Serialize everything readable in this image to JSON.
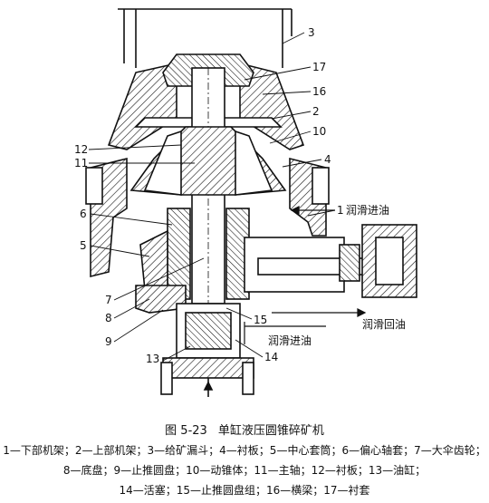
{
  "figure": {
    "labels": [
      "1",
      "2",
      "3",
      "4",
      "5",
      "6",
      "7",
      "8",
      "9",
      "10",
      "11",
      "12",
      "13",
      "14",
      "15",
      "16",
      "17"
    ],
    "annotations": {
      "lube_in_top": "润滑进油",
      "lube_return": "润滑回油",
      "lube_in_bottom": "润滑进油"
    }
  },
  "caption": {
    "number": "图 5-23",
    "title": "单缸液压圆锥碎矿机"
  },
  "legend": {
    "line1": "1—下部机架；2—上部机架；3—给矿漏斗；4—衬板；5—中心套筒；6—偏心轴套；7—大伞齿轮；",
    "line2": "8—底盘；9—止推圆盘；10—动锥体；11—主轴；12—衬板；13—油缸；",
    "line3": "14—活塞；15—止推圆盘组；16—横梁；17—衬套"
  }
}
